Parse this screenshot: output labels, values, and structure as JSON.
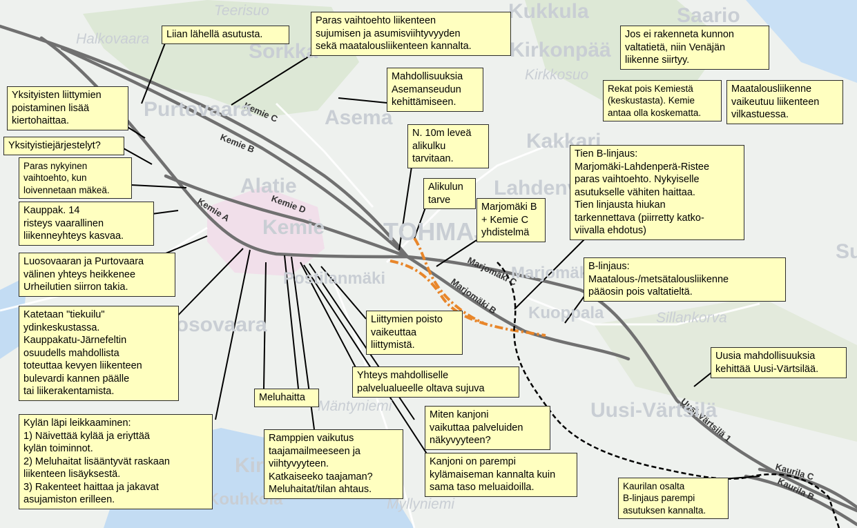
{
  "places": [
    {
      "id": "teerisuo",
      "text": "Teerisuo"
    },
    {
      "id": "halkovaara",
      "text": "Halkovaara"
    },
    {
      "id": "sorkka",
      "text": "Sorkka"
    },
    {
      "id": "kukkula",
      "text": "Kukkula"
    },
    {
      "id": "saario",
      "text": "Saario"
    },
    {
      "id": "kirkonpaa",
      "text": "Kirkonpää"
    },
    {
      "id": "kirkkosuo",
      "text": "Kirkkosuo"
    },
    {
      "id": "purtovaara",
      "text": "Purtovaara"
    },
    {
      "id": "asema",
      "text": "Asema"
    },
    {
      "id": "kakkari",
      "text": "Kakkari"
    },
    {
      "id": "alatie",
      "text": "Alatie"
    },
    {
      "id": "kemie",
      "text": "Kemie"
    },
    {
      "id": "tohmajarvi",
      "text": "TOHMAJÄRVI"
    },
    {
      "id": "lahdenvaara",
      "text": "Lahdenvaara"
    },
    {
      "id": "postilanmaki",
      "text": "Postilanmäki"
    },
    {
      "id": "marjomaki",
      "text": "Marjomäki"
    },
    {
      "id": "kuoppala",
      "text": "Kuoppala"
    },
    {
      "id": "sillankorva",
      "text": "Sillankorva"
    },
    {
      "id": "luosovaara",
      "text": "Luosovaara"
    },
    {
      "id": "mantyniemi",
      "text": "Mäntyniemi"
    },
    {
      "id": "uusivartsila",
      "text": "Uusi-Värtsilä"
    },
    {
      "id": "kirkkolahti",
      "text": "Kirkkolahti"
    },
    {
      "id": "kouhkola",
      "text": "Kouhkola"
    },
    {
      "id": "myllyniemi",
      "text": "Myllyniemi"
    },
    {
      "id": "suo",
      "text": "Su"
    }
  ],
  "road_labels": [
    {
      "id": "kemie_c",
      "text": "Kemie C"
    },
    {
      "id": "kemie_b",
      "text": "Kemie B"
    },
    {
      "id": "kemie_d",
      "text": "Kemie D"
    },
    {
      "id": "kemie_a",
      "text": "Kemie A"
    },
    {
      "id": "marjomaki_c",
      "text": "Marjomäki C"
    },
    {
      "id": "marjomaki_b",
      "text": "Marjomäki B"
    },
    {
      "id": "uusi_vartsila_1",
      "text": "Uusi-Värtsilä 1"
    },
    {
      "id": "kaurila_c",
      "text": "Kaurila C"
    },
    {
      "id": "kaurila_b",
      "text": "Kaurila B"
    }
  ],
  "notes": [
    {
      "id": "n1",
      "text": "Liian lähellä asutusta."
    },
    {
      "id": "n2",
      "text": "Paras vaihtoehto liikenteen\nsujumisen ja asumisviihtyvyyden\nsekä maatalousliikenteen kannalta."
    },
    {
      "id": "n3",
      "text": "Jos ei rakenneta kunnon\nvaltatietä, niin Venäjän\nliikenne siirtyy."
    },
    {
      "id": "n4",
      "text": "Mahdollisuuksia\nAsemanseudun\nkehittämiseen."
    },
    {
      "id": "n5",
      "text": "Yksityisten liittymien\npoistaminen lisää\nkiertohaittaa."
    },
    {
      "id": "n6",
      "text": "Rekat pois Kemiestä\n(keskustasta). Kemie\nantaa olla koskematta."
    },
    {
      "id": "n7",
      "text": "Maatalousliikenne\nvaikeutuu liikenteen\nvilkastuessa."
    },
    {
      "id": "n8",
      "text": "N. 10m leveä\nalikulku\ntarvitaan."
    },
    {
      "id": "n9",
      "text": "Yksityistiejärjestelyt?"
    },
    {
      "id": "n10",
      "text": "Tien B-linjaus:\nMarjomäki-Lahdenperä-Ristee\nparas vaihtoehto. Nykyiselle\nasutukselle vähiten haittaa.\nTien linjausta hiukan\ntarkennettava (piirretty katko-\nviivalla ehdotus)"
    },
    {
      "id": "n11",
      "text": "Paras nykyinen\nvaihtoehto, kun\nloivennetaan mäkeä."
    },
    {
      "id": "n12",
      "text": "Alikulun\ntarve"
    },
    {
      "id": "n13",
      "text": "Marjomäki B\n+ Kemie C\nyhdistelmä"
    },
    {
      "id": "n14",
      "text": "Kauppak. 14\nristeys vaarallinen\nliikenneyhteys kasvaa."
    },
    {
      "id": "n15",
      "text": "Luosovaaran ja Purtovaara\nvälinen yhteys heikkenee\nUrheilutien siirron takia."
    },
    {
      "id": "n16",
      "text": "B-linjaus:\nMaatalous-/metsätalousliikenne\npääosin pois valtatieltä."
    },
    {
      "id": "n17",
      "text": "Katetaan \"tiekuilu\"\nydinkeskustassa.\nKauppakatu-Järnefeltin\nosuudells mahdollista\ntoteuttaa kevyen liikenteen\nbulevardi kannen päälle\ntai liikerakentamista."
    },
    {
      "id": "n18",
      "text": "Liittymien poisto\nvaikeuttaa\nliittymistä."
    },
    {
      "id": "n19",
      "text": "Uusia mahdollisuuksia\nkehittää Uusi-Värtsilää."
    },
    {
      "id": "n20",
      "text": "Yhteys mahdolliselle\npalvelualueelle oltava sujuva"
    },
    {
      "id": "n21",
      "text": "Meluhaitta"
    },
    {
      "id": "n22",
      "text": "Miten kanjoni\nvaikuttaa palveluiden\nnäkyvyyteen?"
    },
    {
      "id": "n23",
      "text": "Kylän läpi leikkaaminen:\n1) Näivettää kylää ja eriyttää\nkylän toiminnot.\n2) Meluhaitat lisääntyvät raskaan\nliikenteen lisäyksestä.\n3) Rakenteet haittaa ja jakavat\nasujamiston erilleen."
    },
    {
      "id": "n24",
      "text": "Ramppien vaikutus\ntaajamailmeeseen ja\nviihtyvyyteen.\nKatkaiseeko taajaman?\nMeluhaitat/tilan ahtaus."
    },
    {
      "id": "n25",
      "text": "Kanjoni on parempi\nkylämaiseman kannalta kuin\nsama taso meluaidoilla."
    },
    {
      "id": "n26",
      "text": "Kaurilan osalta\nB-linjaus parempi\nasutuksen kannalta."
    }
  ]
}
